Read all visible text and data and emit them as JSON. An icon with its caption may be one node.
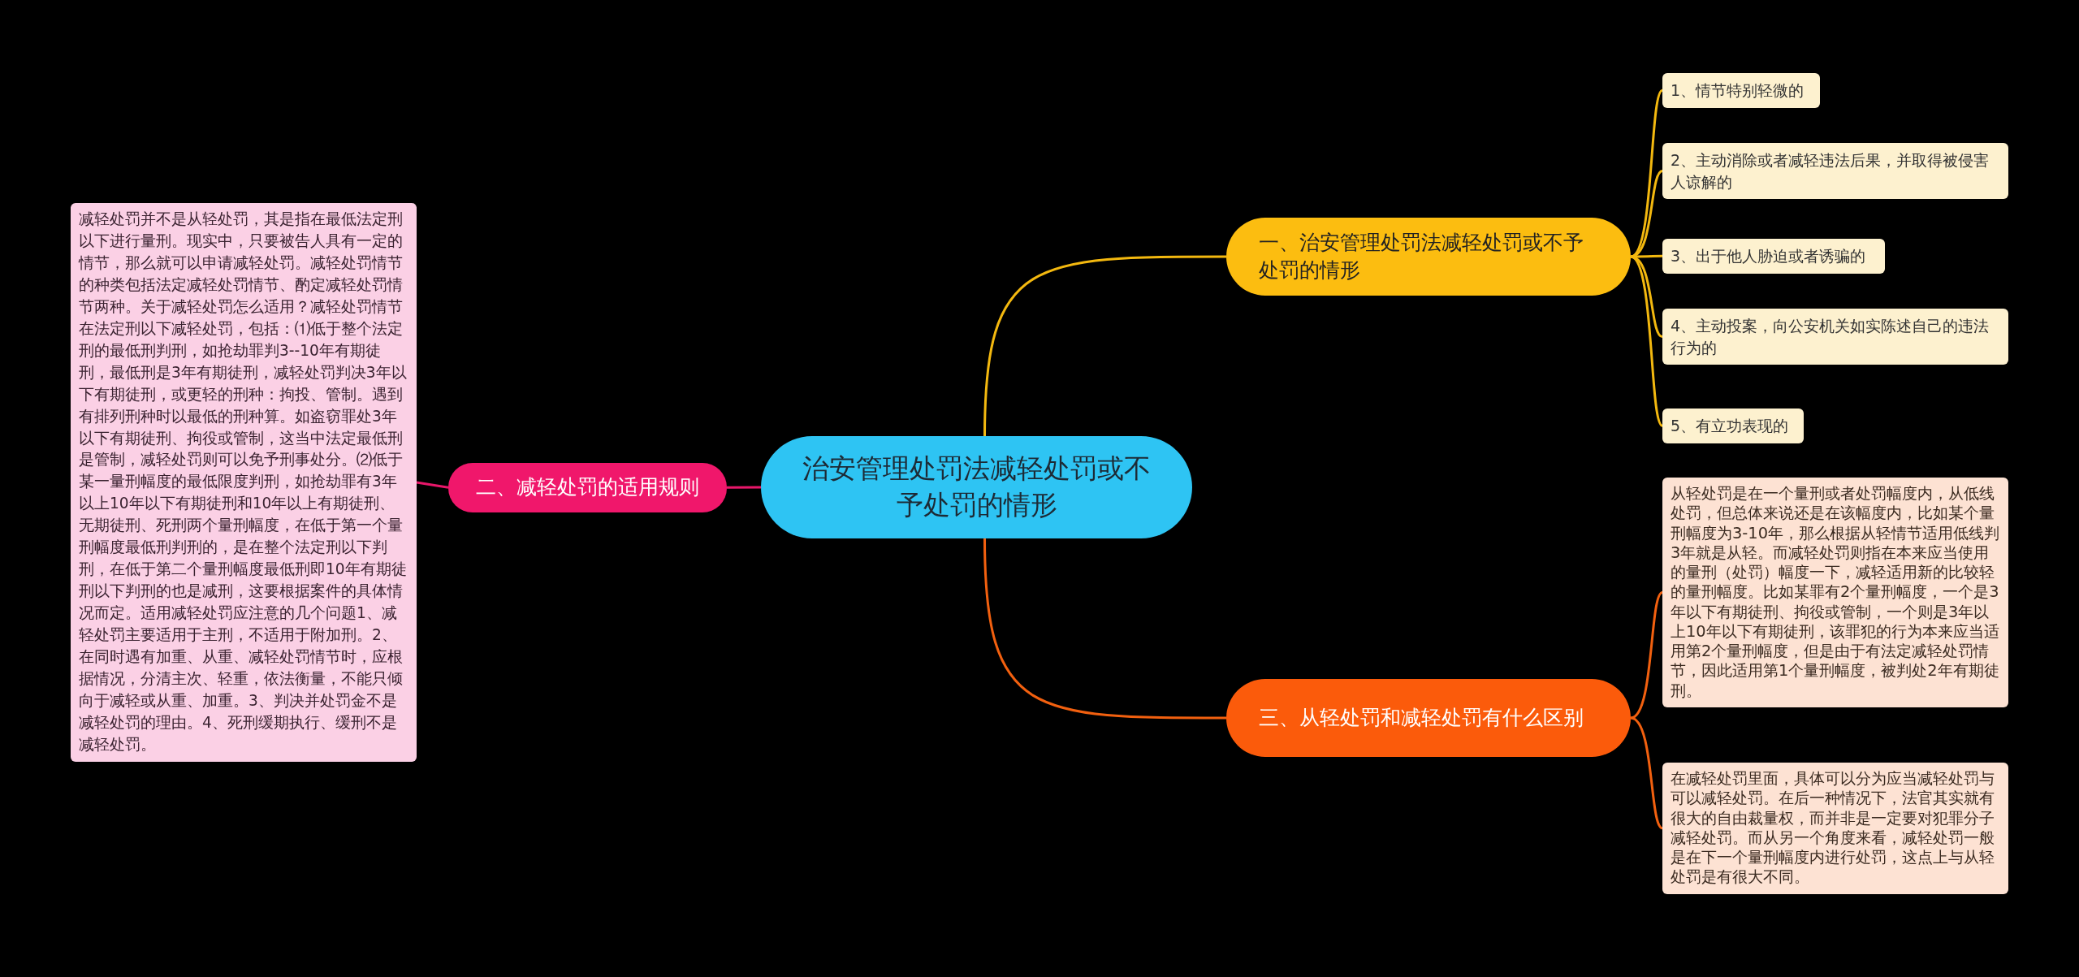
{
  "diagram": {
    "nodes": [
      {
        "text": [
          "治安管理处罚法减轻处罚或不予处罚的情形"
        ]
      },
      {
        "text": [
          "一、治安管理处罚法减轻处罚或不予处罚的情形"
        ]
      },
      {
        "text": [
          "1、情节特别轻微的"
        ]
      },
      {
        "text": [
          "2、主动消除或者减轻违法后果，并取得被侵害人谅解的"
        ]
      },
      {
        "text": [
          "3、出于他人胁迫或者诱骗的"
        ]
      },
      {
        "text": [
          "4、主动投案，向公安机关如实陈述自己的违法行为的"
        ]
      },
      {
        "text": [
          "5、有立功表现的"
        ]
      },
      {
        "text": [
          "二、减轻处罚的适用规则"
        ]
      },
      {
        "text": [
          "减轻处罚并不是从轻处罚，其是指在最低法定刑以下进行量刑。现实中，只要被告人具有一定的情节，那么就可以申请减轻处罚。减轻处罚情节的种类包括法定减轻处罚情节、酌定减轻处罚情节两种。关于减轻处罚怎么适用？减轻处罚情节在法定刑以下减轻处罚，包括：⑴低于整个法定刑的最低刑判刑，如抢劫罪判3--10年有期徒刑，最低刑是3年有期徒刑，减轻处罚判决3年以下有期徒刑，或更轻的刑种：拘投、管制。遇到有排列刑种时以最低的刑种算。如盗窃罪处3年以下有期徒刑、拘役或管制，这当中法定最低刑是管制，减轻处罚则可以免予刑事处分。⑵低于某一量刑幅度的最低限度判刑，如抢劫罪有3年以上10年以下有期徒刑和10年以上有期徒刑、无期徒刑、死刑两个量刑幅度，在低于第一个量刑幅度最低刑判刑的，是在整个法定刑以下判刑，在低于第二个量刑幅度最低刑即10年有期徒刑以下判刑的也是减刑，这要根据案件的具体情况而定。适用减轻处罚应注意的几个问题1、减轻处罚主要适用于主刑，不适用于附加刑。2、在同时遇有加重、从重、减轻处罚情节时，应根据情况，分清主次、轻重，依法衡量，不能只倾向于减轻或从重、加重。3、判决并处罚金不是减轻处罚的理由。4、死刑缓期执行、缓刑不是减轻处罚。"
        ]
      },
      {
        "text": [
          "三、从轻处罚和减轻处罚有什么区别"
        ]
      },
      {
        "text": [
          "从轻处罚是在一个量刑或者处罚幅度内，从低线处罚，但总体来说还是在该幅度内，比如某个量刑幅度为3-10年，那么根据从轻情节适用低线判3年就是从轻。而减轻处罚则指在本来应当使用的量刑（处罚）幅度一下，减轻适用新的比较轻的量刑幅度。比如某罪有2个量刑幅度，一个是3年以下有期徒刑、拘役或管制，一个则是3年以上10年以下有期徒刑，该罪犯的行为本来应当适用第2个量刑幅度，但是由于有法定减轻处罚情节，因此适用第1个量刑幅度，被判处2年有期徒刑。"
        ]
      },
      {
        "text": [
          "在减轻处罚里面，具体可以分为应当减轻处罚与可以减轻处罚。在后一种情况下，法官其实就有很大的自由裁量权，而并非是一定要对犯罪分子减轻处罚。而从另一个角度来看，减轻处罚一般是在下一个量刑幅度内进行处罚，这点上与从轻处罚是有很大不同。"
        ]
      }
    ],
    "edges": [
      {
        "from": 0,
        "to": 1,
        "arrow": "none"
      },
      {
        "from": 1,
        "to": 2,
        "arrow": "none"
      },
      {
        "from": 1,
        "to": 3,
        "arrow": "none"
      },
      {
        "from": 1,
        "to": 4,
        "arrow": "none"
      },
      {
        "from": 1,
        "to": 5,
        "arrow": "none"
      },
      {
        "from": 1,
        "to": 6,
        "arrow": "none"
      },
      {
        "from": 0,
        "to": 7,
        "arrow": "none",
        "color": "#e8176a"
      },
      {
        "from": 7,
        "to": 8,
        "arrow": "none",
        "color": "#e8176a"
      },
      {
        "from": 0,
        "to": 9,
        "arrow": "none",
        "color": "#f2600f"
      },
      {
        "from": 9,
        "to": 10,
        "arrow": "none",
        "color": "#f2600f"
      },
      {
        "from": 9,
        "to": 11,
        "arrow": "none",
        "color": "#f2600f"
      }
    ]
  }
}
